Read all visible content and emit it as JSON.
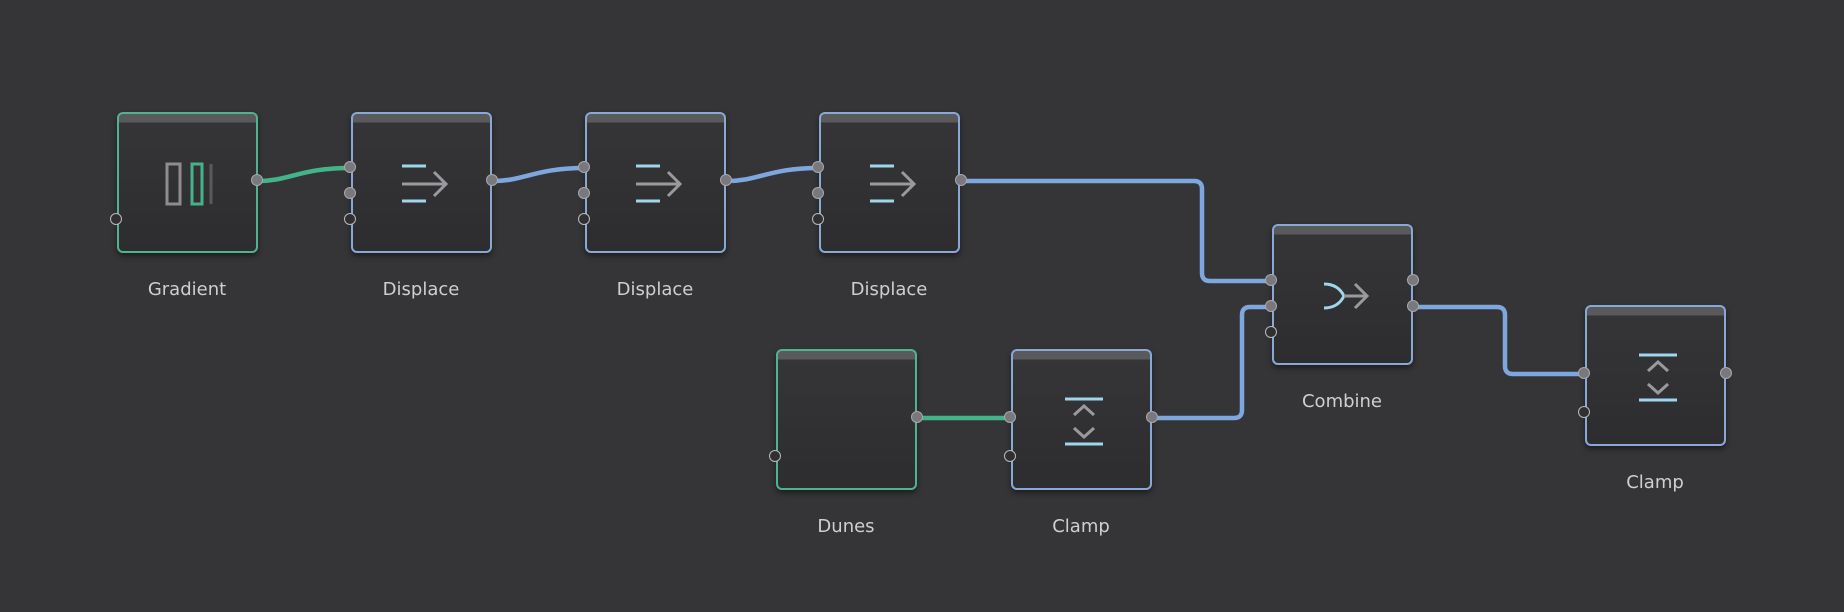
{
  "colors": {
    "background": "#353537",
    "wire_blue": "#7ea7e0",
    "wire_green": "#43b489",
    "border_blue": "#88a9d6",
    "border_green": "#4fb38d",
    "icon_cyan": "#9fd6ee",
    "icon_gray": "#9a9a9e"
  },
  "nodes": {
    "gradient": {
      "label": "Gradient",
      "kind": "generator",
      "icon": "gradient-icon"
    },
    "displace1": {
      "label": "Displace",
      "kind": "filter",
      "icon": "displace-arrow-icon"
    },
    "displace2": {
      "label": "Displace",
      "kind": "filter",
      "icon": "displace-arrow-icon"
    },
    "displace3": {
      "label": "Displace",
      "kind": "filter",
      "icon": "displace-arrow-icon"
    },
    "dunes": {
      "label": "Dunes",
      "kind": "generator",
      "icon": ""
    },
    "clamp1": {
      "label": "Clamp",
      "kind": "filter",
      "icon": "clamp-icon"
    },
    "combine": {
      "label": "Combine",
      "kind": "filter",
      "icon": "combine-merge-icon"
    },
    "clamp2": {
      "label": "Clamp",
      "kind": "filter",
      "icon": "clamp-icon"
    }
  },
  "connections": [
    {
      "from": "gradient",
      "to": "displace1",
      "type": "green"
    },
    {
      "from": "displace1",
      "to": "displace2",
      "type": "blue"
    },
    {
      "from": "displace2",
      "to": "displace3",
      "type": "blue"
    },
    {
      "from": "displace3",
      "to": "combine",
      "type": "blue"
    },
    {
      "from": "dunes",
      "to": "clamp1",
      "type": "green"
    },
    {
      "from": "clamp1",
      "to": "combine",
      "type": "blue"
    },
    {
      "from": "combine",
      "to": "clamp2",
      "type": "blue"
    }
  ]
}
